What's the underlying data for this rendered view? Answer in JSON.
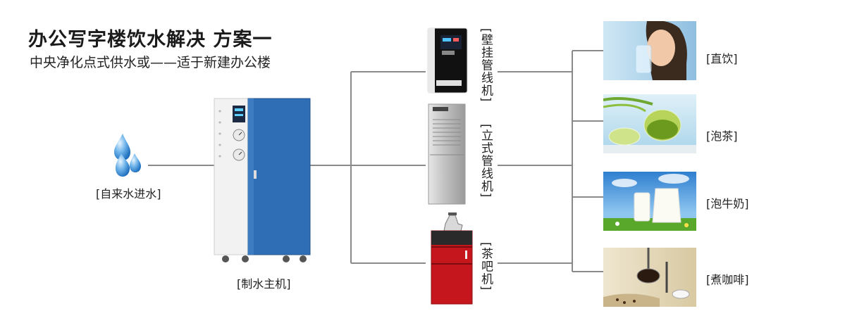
{
  "title": "办公写字楼饮水解决  方案一",
  "subtitle": "中央净化点式供水或——适于新建办公楼",
  "source": {
    "label": "[自来水进水]",
    "icon": "water-drops-icon"
  },
  "main_unit": {
    "label": "[制水主机]"
  },
  "dispensers": [
    {
      "label": "[壁挂管线机]",
      "color": "#111111"
    },
    {
      "label": "[立式管线机]",
      "color": "#c8c8c8"
    },
    {
      "label": "[茶吧机]",
      "color": "#c4161c"
    }
  ],
  "uses": [
    {
      "label": "[直饮]"
    },
    {
      "label": "[泡茶]"
    },
    {
      "label": "[泡牛奶]"
    },
    {
      "label": "[煮咖啡]"
    }
  ],
  "colors": {
    "line": "#8a8a8a",
    "unit_blue": "#2f6db5",
    "drop_blue": "#3b8fd6"
  }
}
